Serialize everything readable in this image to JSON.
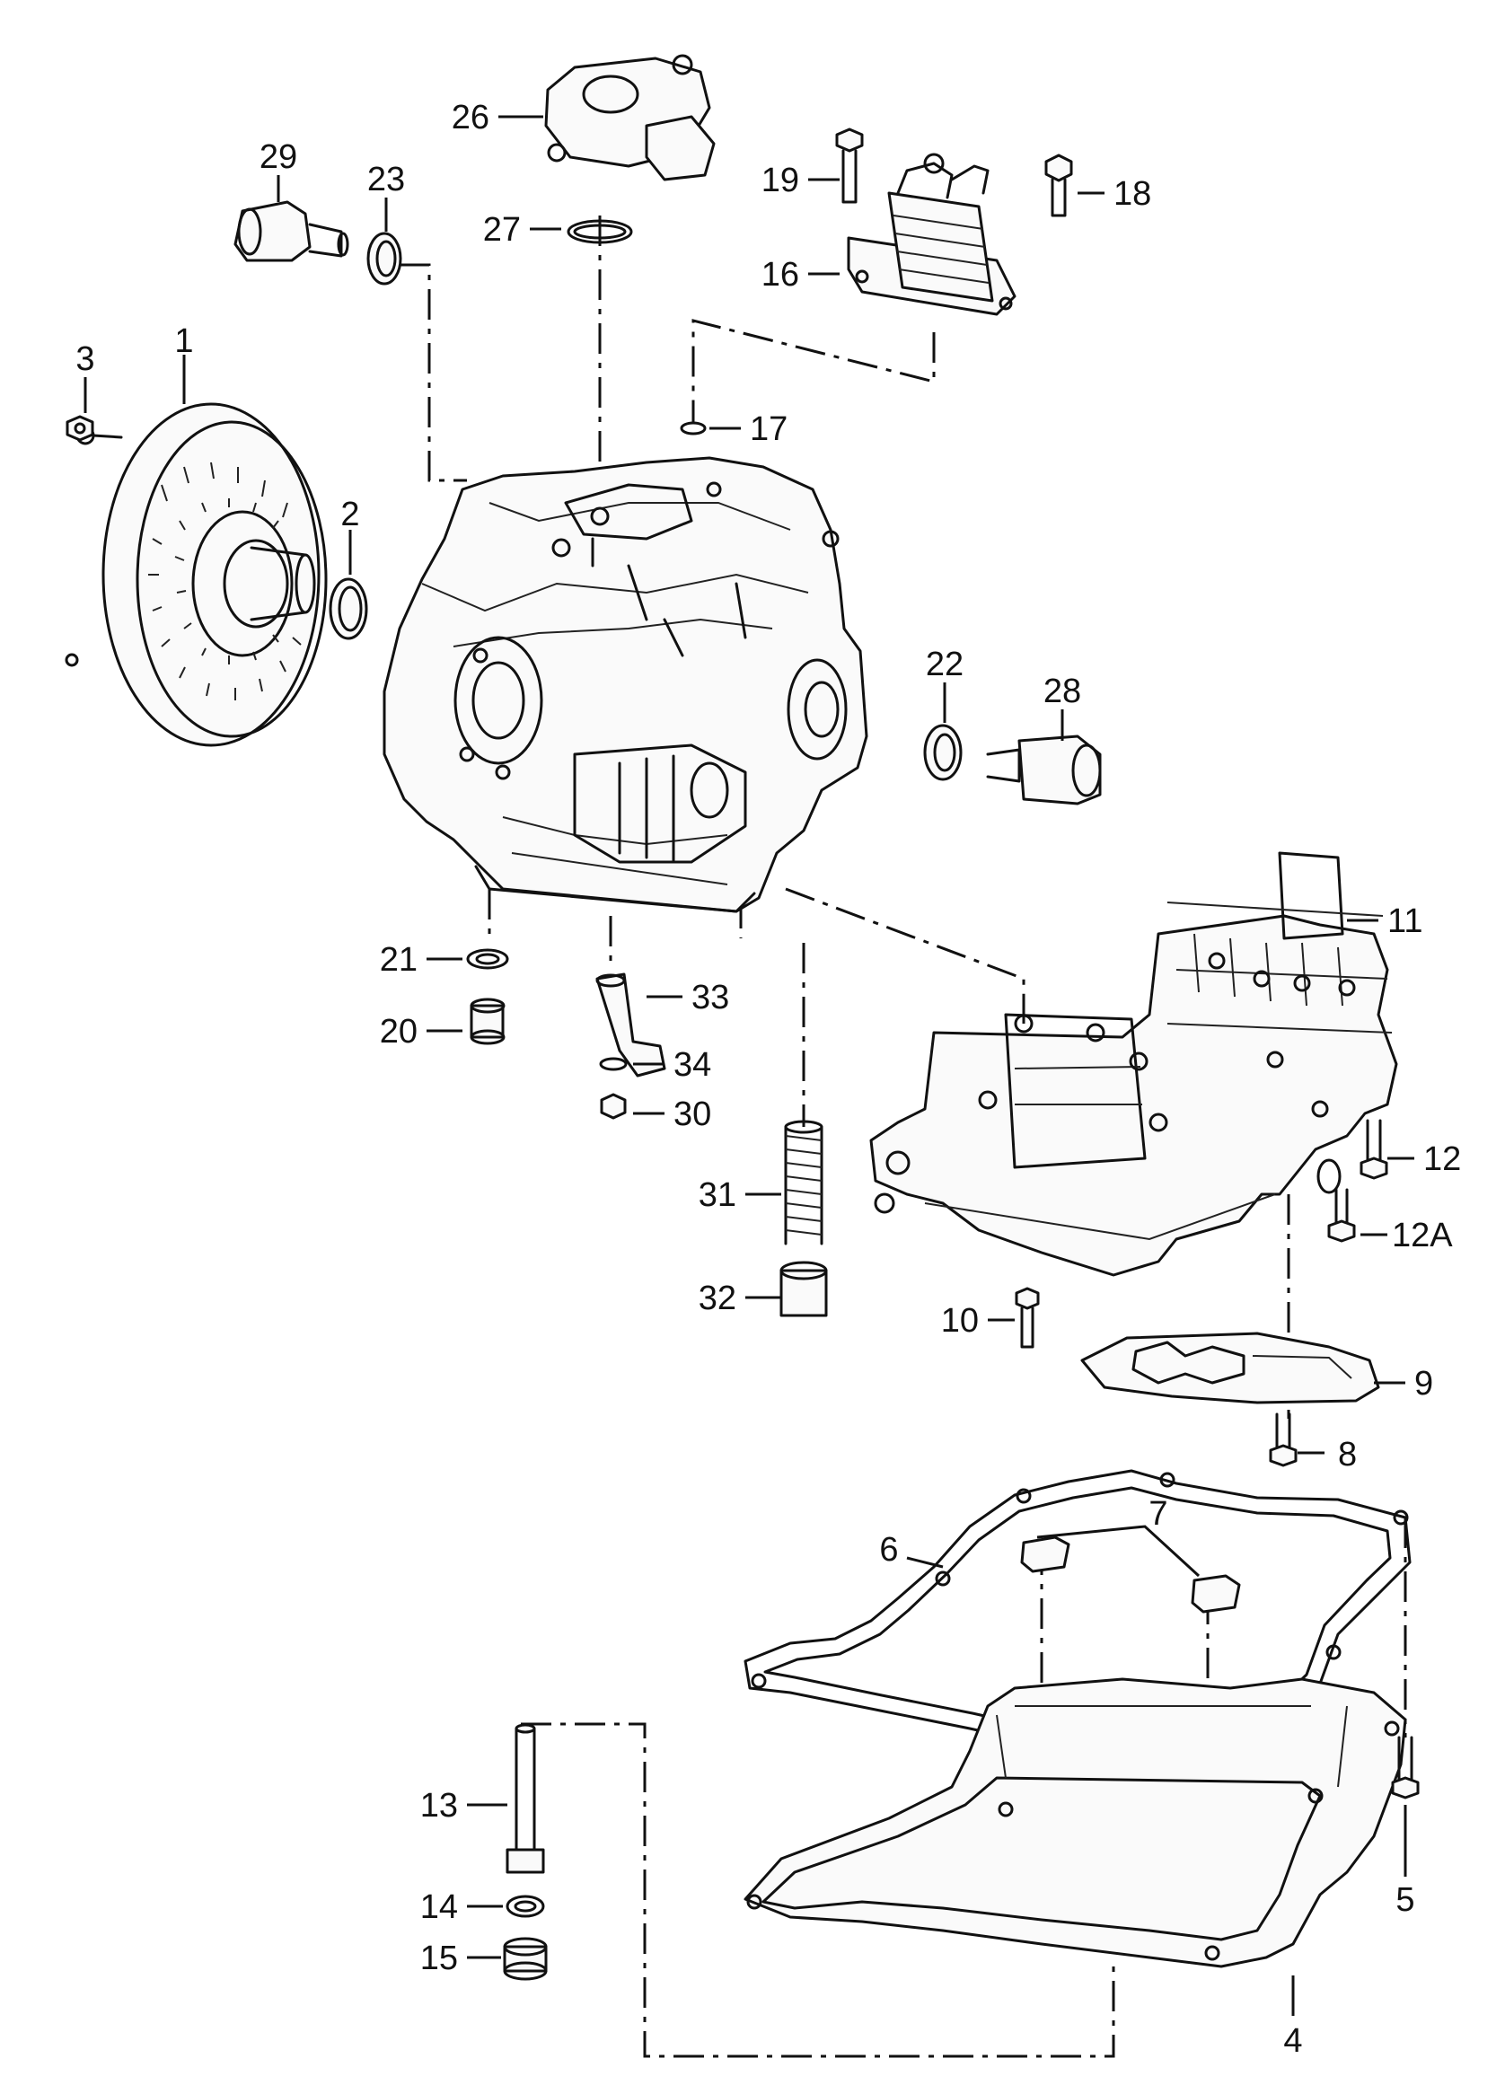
{
  "callouts": {
    "n1": "1",
    "n2": "2",
    "n3": "3",
    "n4": "4",
    "n5": "5",
    "n6": "6",
    "n7": "7",
    "n8": "8",
    "n9": "9",
    "n10": "10",
    "n11": "11",
    "n12": "12",
    "n12a": "12A",
    "n13": "13",
    "n14": "14",
    "n15": "15",
    "n16": "16",
    "n17": "17",
    "n18": "18",
    "n19": "19",
    "n20": "20",
    "n21": "21",
    "n22": "22",
    "n23": "23",
    "n26": "26",
    "n27": "27",
    "n28": "28",
    "n29": "29",
    "n30": "30",
    "n31": "31",
    "n32": "32",
    "n33": "33",
    "n34": "34"
  }
}
